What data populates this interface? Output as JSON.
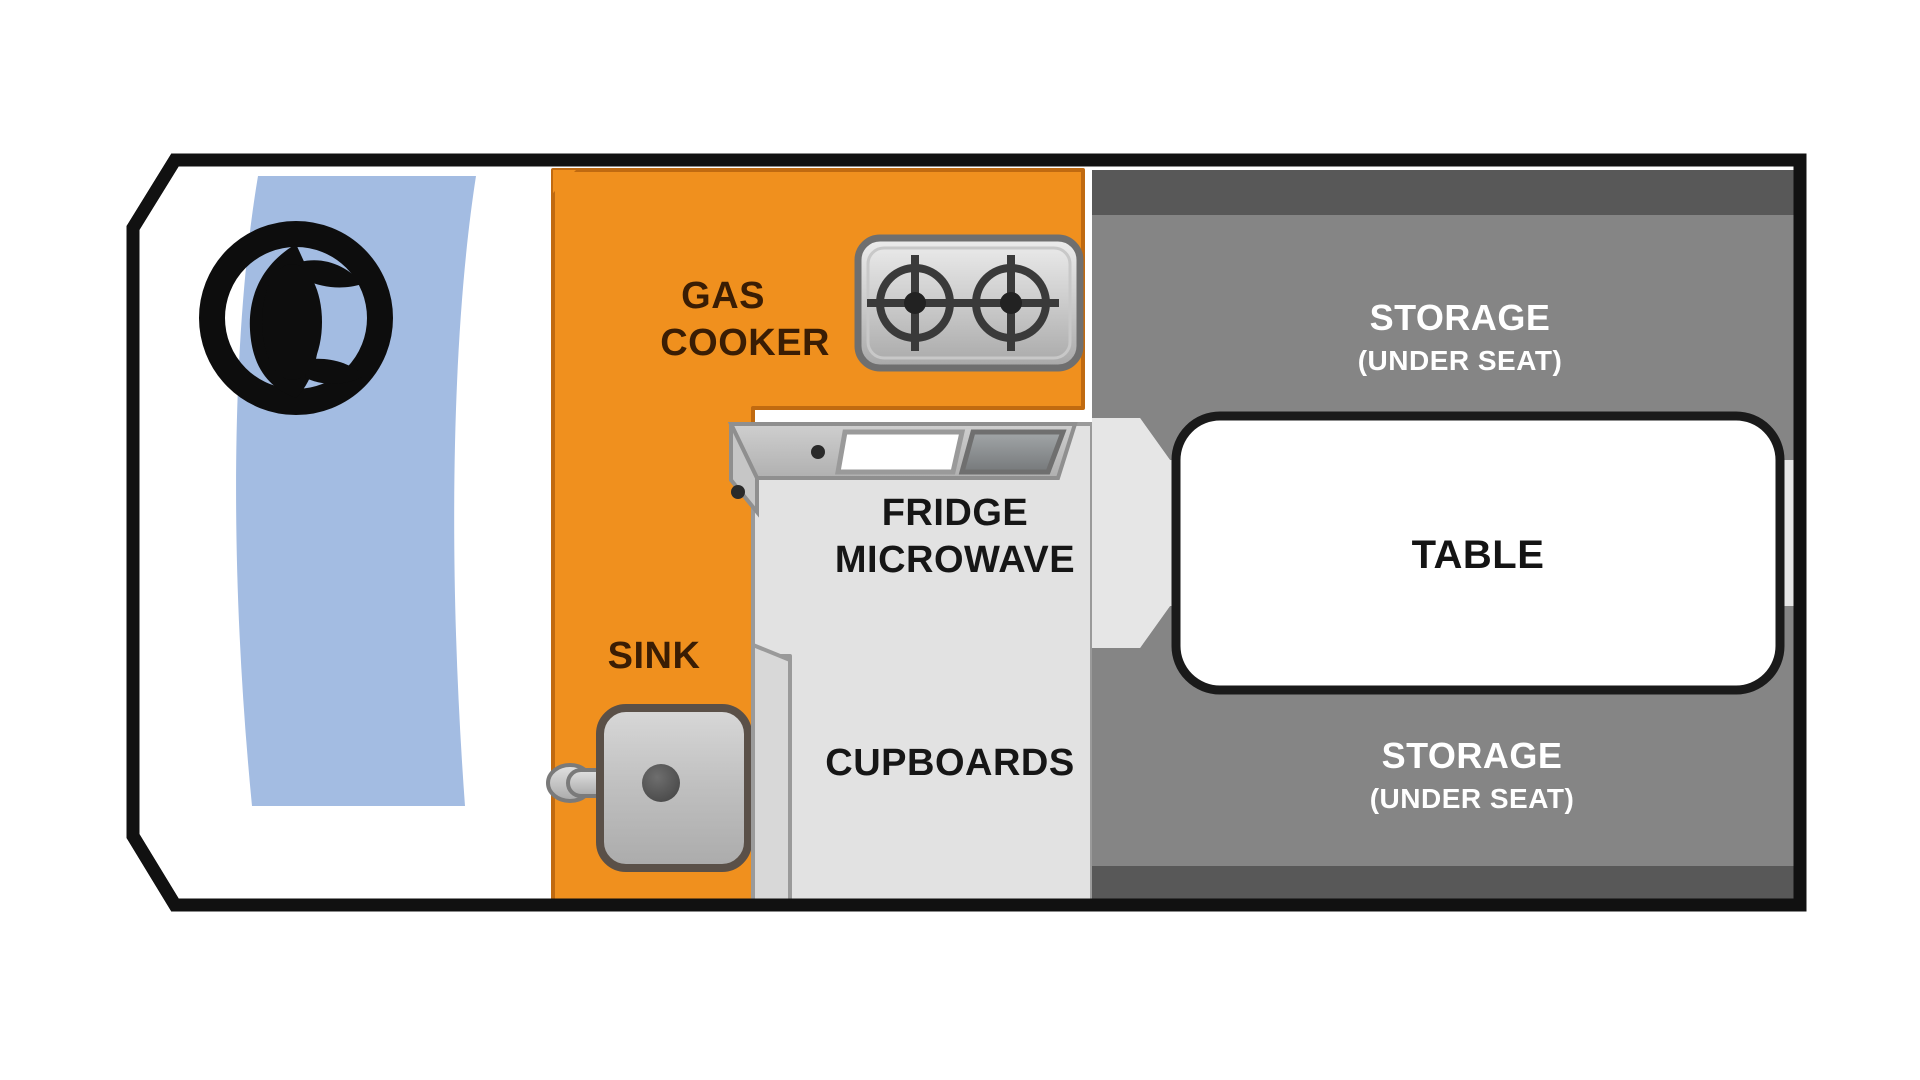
{
  "diagram": {
    "type": "campervan-floor-plan",
    "title": "Campervan Layout Floor Plan",
    "background_color": "#ffffff"
  },
  "colors": {
    "outline": "#111111",
    "body_fill": "#ffffff",
    "kitchen_orange": "#F0901E",
    "kitchen_orange_edge": "#C06A10",
    "cupboard_gray": "#E2E2E2",
    "cupboard_gray_edge": "#9a9a9a",
    "storage_gray": "#858585",
    "storage_gray_dark": "#585858",
    "light_gap_gray": "#E6E6E6",
    "table_fill": "#FFFFFF",
    "table_border": "#1a1a1a",
    "windshield_blue": "#A3BCE2",
    "steering_black": "#0d0d0d",
    "metal_light": "#D9D9D9",
    "metal_mid": "#B8B8B8",
    "metal_dark": "#8C8C8C",
    "burner_dark": "#3a3a3a",
    "label_dark": "#1a1a1a",
    "label_brown": "#4a2a06",
    "label_white": "#ffffff"
  },
  "zones": [
    {
      "id": "cab",
      "name": "driver-cab",
      "label": "",
      "fill": "#ffffff"
    },
    {
      "id": "kitchen",
      "name": "kitchen-unit",
      "label": "",
      "fill": "#F0901E"
    },
    {
      "id": "cupboards",
      "name": "cupboards-unit",
      "label": "CUPBOARDS",
      "fill": "#E2E2E2"
    },
    {
      "id": "storage_top",
      "name": "storage-under-seat-top",
      "label": "STORAGE",
      "fill": "#858585"
    },
    {
      "id": "storage_bottom",
      "name": "storage-under-seat-bottom",
      "label": "STORAGE",
      "fill": "#858585"
    },
    {
      "id": "table",
      "name": "dining-table",
      "label": "TABLE",
      "fill": "#FFFFFF"
    }
  ],
  "labels": {
    "gas_cooker_line1": "GAS",
    "gas_cooker_line2": "COOKER",
    "sink": "SINK",
    "fridge": "FRIDGE",
    "microwave": "MICROWAVE",
    "cupboards": "CUPBOARDS",
    "table": "TABLE",
    "storage_top_line1": "STORAGE",
    "storage_top_line2": "(UNDER SEAT)",
    "storage_bottom_line1": "STORAGE",
    "storage_bottom_line2": "(UNDER SEAT)"
  },
  "fixtures": [
    {
      "name": "steering-wheel",
      "label": ""
    },
    {
      "name": "windshield",
      "label": ""
    },
    {
      "name": "gas-hob",
      "label": "",
      "burners": 2
    },
    {
      "name": "sink-basin",
      "label": "",
      "has_tap": true,
      "has_drain": true
    },
    {
      "name": "fridge-door",
      "label": ""
    },
    {
      "name": "microwave-door",
      "label": ""
    },
    {
      "name": "cabinet-handle",
      "label": ""
    }
  ]
}
